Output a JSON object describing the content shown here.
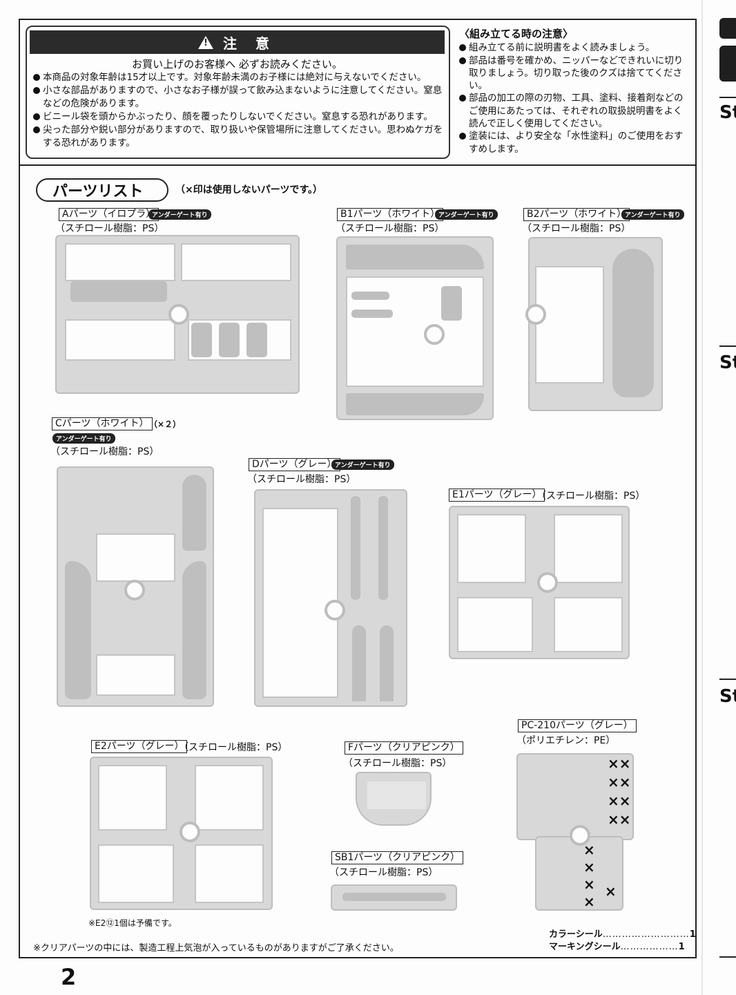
{
  "caution": {
    "title": "注 意",
    "subtitle": "お買い上げのお客様へ 必ずお読みください。",
    "items": [
      "本商品の対象年齢は15才以上です。対象年齢未満のお子様には絶対に与えないでください。",
      "小さな部品がありますので、小さなお子様が誤って飲み込まないように注意してください。窒息などの危険があります。",
      "ビニール袋を頭からかぶったり、顔を覆ったりしないでください。窒息する恐れがあります。",
      "尖った部分や鋭い部分がありますので、取り扱いや保管場所に注意してください。思わぬケガをする恐れがあります。"
    ]
  },
  "assembly": {
    "title": "〈組み立てる時の注意〉",
    "items": [
      "組み立てる前に説明書をよく読みましょう。",
      "部品は番号を確かめ、ニッパーなどできれいに切り取りましょう。切り取った後のクズは捨ててください。",
      "部品の加工の際の刃物、工具、塗料、接着剤などのご使用にあたっては、それぞれの取扱説明書をよく読んで正しく使用してください。",
      "塗装には、より安全な「水性塗料」のご使用をおすすめします。"
    ]
  },
  "parts_list": {
    "title": "パーツリスト",
    "note": "（×印は使用しないパーツです。）",
    "underground_gate": "アンダーゲート有り",
    "parts": {
      "A": {
        "label": "Aパーツ（イロプラ）",
        "material": "（スチロール樹脂：PS）"
      },
      "B1": {
        "label": "B1パーツ（ホワイト）",
        "material": "（スチロール樹脂：PS）"
      },
      "B2": {
        "label": "B2パーツ（ホワイト）",
        "material": "（スチロール樹脂：PS）"
      },
      "C": {
        "label": "Cパーツ（ホワイト）",
        "qty": "（×２）",
        "material": "（スチロール樹脂：PS）"
      },
      "D": {
        "label": "Dパーツ（グレー）",
        "material": "（スチロール樹脂：PS）"
      },
      "E1": {
        "label": "E1パーツ（グレー）",
        "material": "（スチロール樹脂：PS）"
      },
      "E2": {
        "label": "E2パーツ（グレー）",
        "material": "（スチロール樹脂：PS）",
        "note": "※E2⑫1個は予備です。"
      },
      "F": {
        "label": "Fパーツ（クリアピンク）",
        "material": "（スチロール樹脂：PS）"
      },
      "SB1": {
        "label": "SB1パーツ（クリアピンク）",
        "material": "（スチロール樹脂：PS）"
      },
      "PC210": {
        "label": "PC-210パーツ（グレー）",
        "material": "（ポリエチレン：PE）"
      }
    }
  },
  "stickers": {
    "color": {
      "name": "カラーシール",
      "count": "1"
    },
    "marking": {
      "name": "マーキングシール",
      "count": "1"
    }
  },
  "clear_note": "※クリアパーツの中には、製造工程上気泡が入っているものがありますがご了承ください。",
  "page_number": "2",
  "right_edge": {
    "step_label": "St"
  }
}
